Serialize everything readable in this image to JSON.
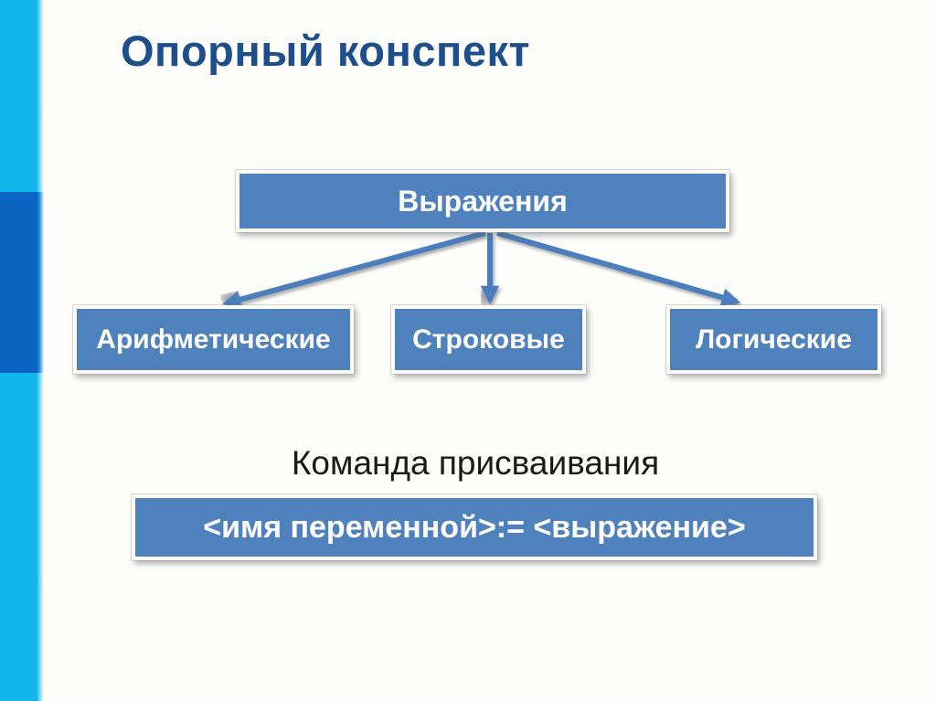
{
  "slide": {
    "title": "Опорный конспект",
    "colors": {
      "accent_cyan": "#12b6ea",
      "accent_blue_dark": "#0a64c2",
      "node_fill": "#4f81bd",
      "node_border": "#fbfbf8",
      "node_text": "#ffffff",
      "title_text": "#1e4e8c",
      "arrow": "#4a7ebc",
      "background": "#ffffff"
    }
  },
  "diagram": {
    "root": {
      "label": "Выражения"
    },
    "children": [
      {
        "label": "Арифметические"
      },
      {
        "label": "Строковые"
      },
      {
        "label": "Логические"
      }
    ],
    "assignment": {
      "caption": "Команда присваивания",
      "box_label": "<имя переменной>:= <выражение>"
    }
  }
}
